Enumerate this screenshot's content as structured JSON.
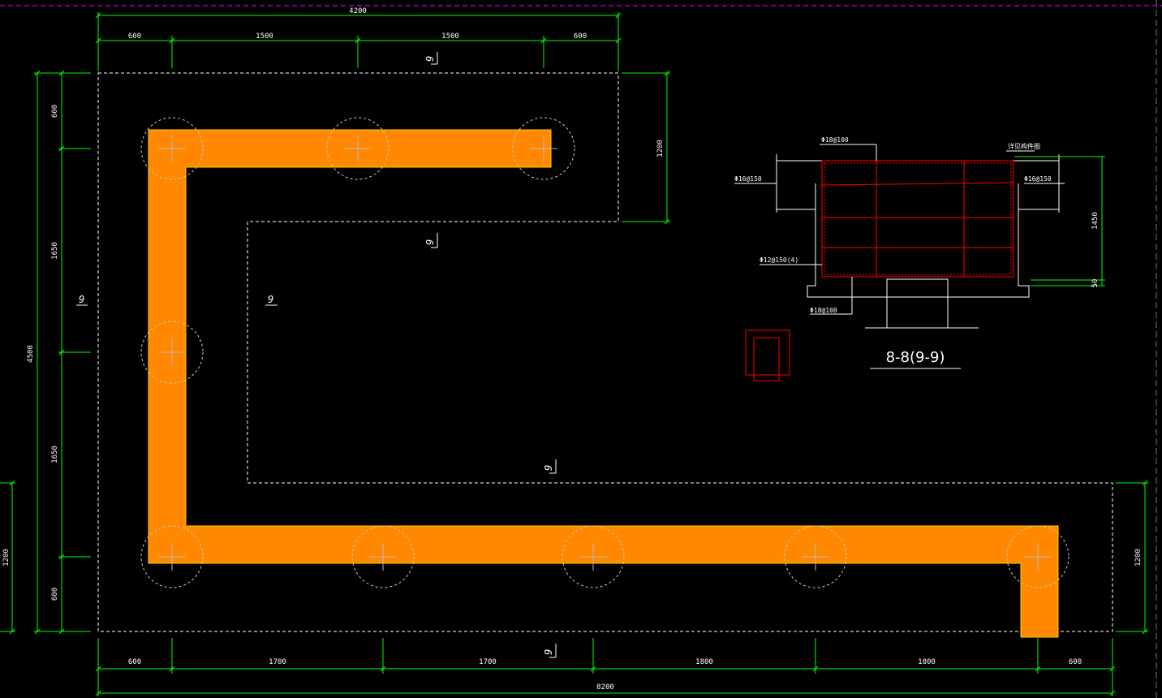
{
  "colors": {
    "background": "#000000",
    "beam": "#ff8800",
    "dimension": "#00ff00",
    "outline": "#ffffff",
    "rebar": "#ff0000",
    "pile": "#cccccc",
    "top_border": "#ff00ff"
  },
  "dimensions": {
    "top_total": "4200",
    "top_segments": [
      "600",
      "1500",
      "1500",
      "600"
    ],
    "left_total": "4500",
    "left_segments": [
      "600",
      "1650",
      "1650",
      "600"
    ],
    "bottom_total": "8200",
    "bottom_segments": [
      "600",
      "1700",
      "1700",
      "1800",
      "1800",
      "600"
    ],
    "right_upper": "1200",
    "right_lower": "1200",
    "far_left": "1200"
  },
  "section_marks": [
    "9",
    "9",
    "9",
    "9",
    "9",
    "9"
  ],
  "section_detail": {
    "title": "8-8(9-9)",
    "labels": {
      "top_rebar": "Φ18@100",
      "note_top_right": "详见构件图",
      "left_side": "Φ16@150",
      "right_side": "Φ16@150",
      "stirrup": "Φ12@150(4)",
      "bottom_rebar": "Φ18@100",
      "height": "1450",
      "cover": "50"
    }
  }
}
